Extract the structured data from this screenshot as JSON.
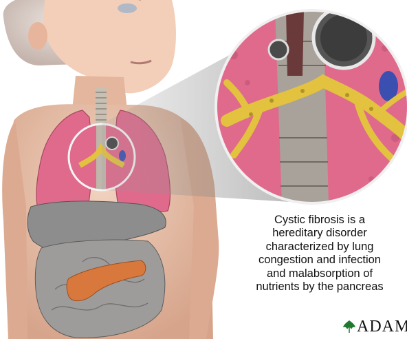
{
  "caption": {
    "lines": [
      "Cystic fibrosis is a",
      "hereditary disorder",
      "characterized by lung",
      "congestion and infection",
      "and malabsorption of",
      "nutrients by the pancreas"
    ]
  },
  "logo": {
    "text": "ADAM"
  },
  "colors": {
    "skin": "#e9c3ad",
    "lung": "#e06a8c",
    "airway_mucus": "#e2c23e",
    "liver": "#8a8a8a",
    "pancreas": "#d9783c",
    "vein": "#3a4fb0"
  }
}
